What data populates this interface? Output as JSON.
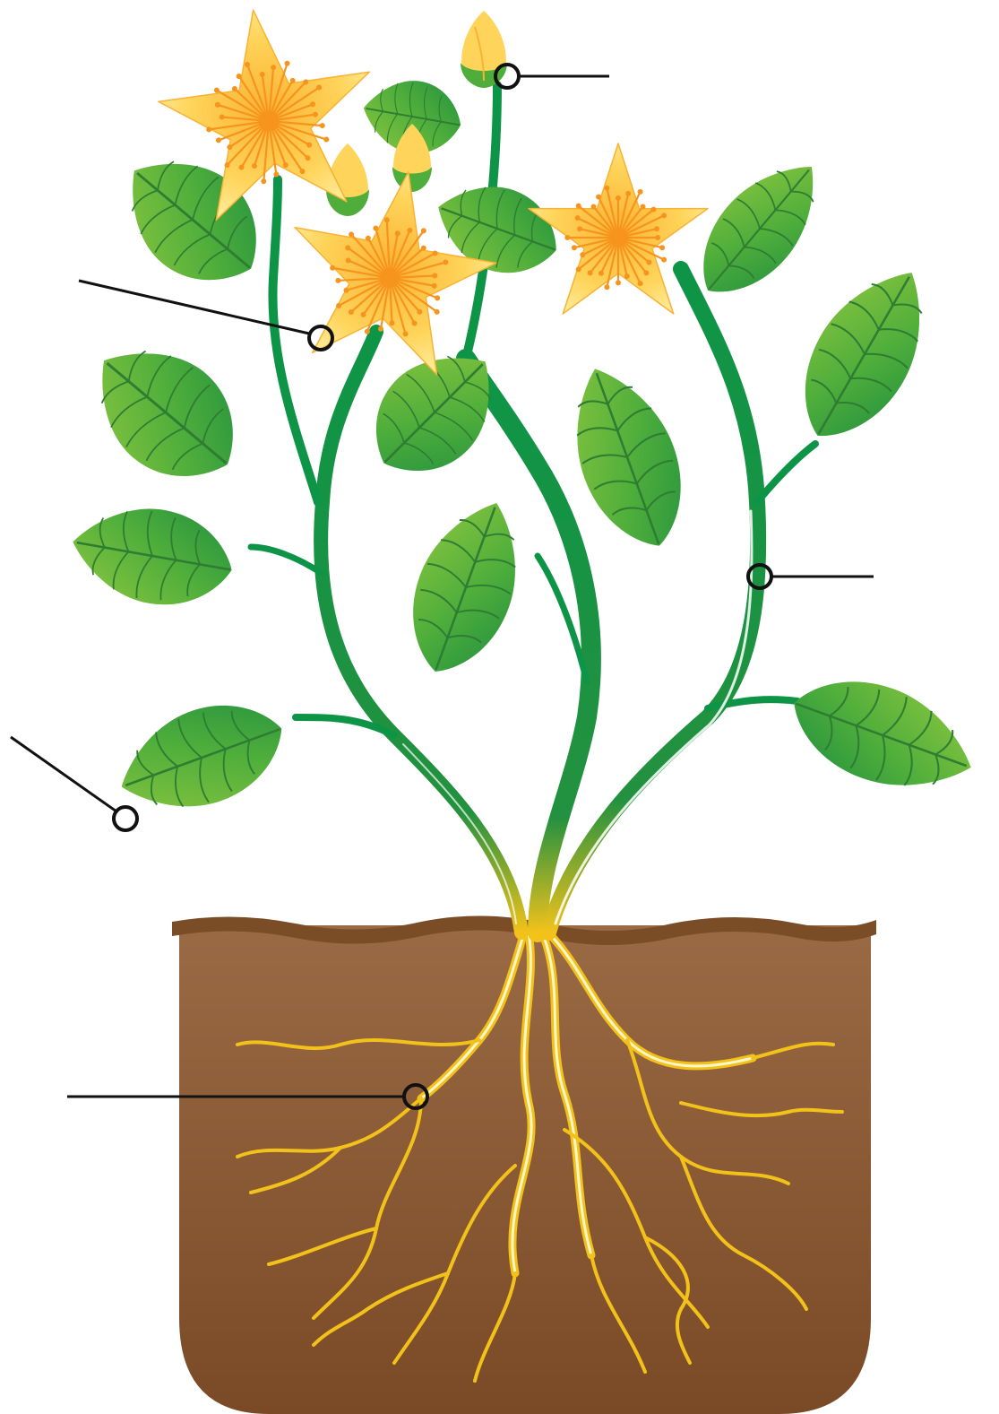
{
  "diagram": {
    "subject": "plant-parts",
    "labels": [
      {
        "part": "bud",
        "text": ""
      },
      {
        "part": "flower",
        "text": ""
      },
      {
        "part": "stem",
        "text": ""
      },
      {
        "part": "leaf",
        "text": ""
      },
      {
        "part": "root",
        "text": ""
      }
    ]
  },
  "colors": {
    "leaf_light": "#8CC63F",
    "leaf_mid": "#4FAE3B",
    "leaf_dark": "#23913F",
    "stem": "#0E9447",
    "petal": "#FFE27A",
    "petal_deep": "#F9B233",
    "stamen": "#F7941D",
    "root": "#F2C21B",
    "soil_top": "#9A6A45",
    "soil_bottom": "#7A4A26",
    "soil_rim": "#7B4D26",
    "leader": "#111111"
  }
}
